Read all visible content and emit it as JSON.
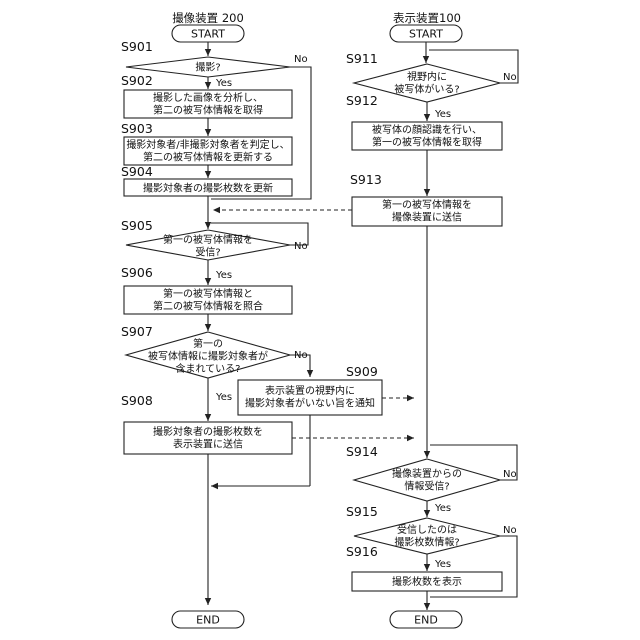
{
  "headers": {
    "camera": "撮像装置 200",
    "display": "表示装置100"
  },
  "terminals": {
    "start": "START",
    "end": "END"
  },
  "labels": {
    "yes": "Yes",
    "no": "No"
  },
  "steps": {
    "s901": {
      "id": "S901",
      "lines": [
        "撮影?"
      ]
    },
    "s902": {
      "id": "S902",
      "lines": [
        "撮影した画像を分析し、",
        "第二の被写体情報を取得"
      ]
    },
    "s903": {
      "id": "S903",
      "lines": [
        "撮影対象者/非撮影対象者を判定し、",
        "第二の被写体情報を更新する"
      ]
    },
    "s904": {
      "id": "S904",
      "lines": [
        "撮影対象者の撮影枚数を更新"
      ]
    },
    "s905": {
      "id": "S905",
      "lines": [
        "第一の被写体情報を",
        "受信?"
      ]
    },
    "s906": {
      "id": "S906",
      "lines": [
        "第一の被写体情報と",
        "第二の被写体情報を照合"
      ]
    },
    "s907": {
      "id": "S907",
      "lines": [
        "第一の",
        "被写体情報に撮影対象者が",
        "含まれている?"
      ]
    },
    "s908": {
      "id": "S908",
      "lines": [
        "撮影対象者の撮影枚数を",
        "表示装置に送信"
      ]
    },
    "s909": {
      "id": "S909",
      "lines": [
        "表示装置の視野内に",
        "撮影対象者がいない旨を通知"
      ]
    },
    "s911": {
      "id": "S911",
      "lines": [
        "視野内に",
        "被写体がいる?"
      ]
    },
    "s912": {
      "id": "S912",
      "lines": [
        "被写体の顔認識を行い、",
        "第一の被写体情報を取得"
      ]
    },
    "s913": {
      "id": "S913",
      "lines": [
        "第一の被写体情報を",
        "撮像装置に送信"
      ]
    },
    "s914": {
      "id": "S914",
      "lines": [
        "撮像装置からの",
        "情報受信?"
      ]
    },
    "s915": {
      "id": "S915",
      "lines": [
        "受信したのは",
        "撮影枚数情報?"
      ]
    },
    "s916": {
      "id": "S916",
      "lines": [
        "撮影枚数を表示"
      ]
    }
  }
}
